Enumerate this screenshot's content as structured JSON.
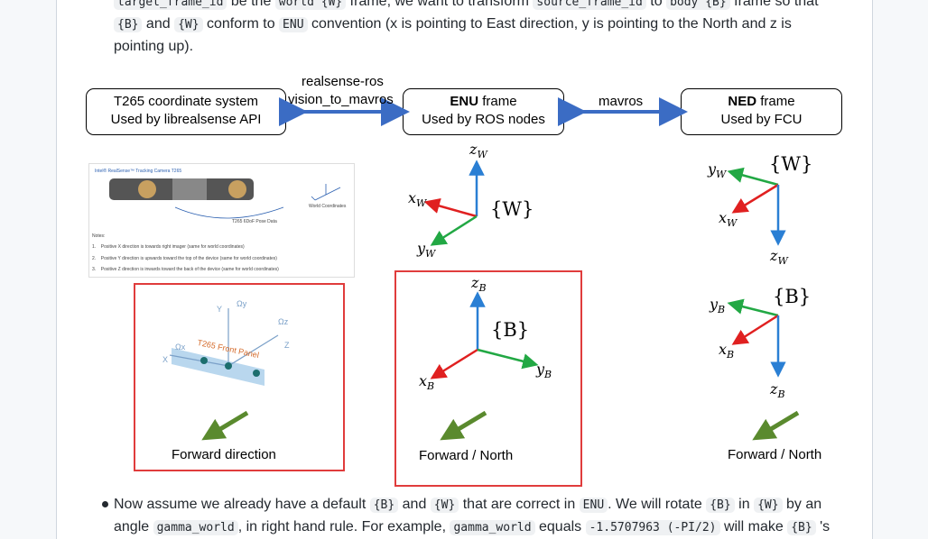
{
  "top_paragraph": {
    "line0_a": "target_frame_id",
    "line0_b": " be the ",
    "line0_c": "world {W}",
    "line0_d": " frame, we want to transform ",
    "line0_e": "source_frame_id",
    "line0_f": " to ",
    "line0_g": "body {B}",
    "line0_h": " frame so that",
    "line1_code1": "{B}",
    "line1_and": " and ",
    "line1_code2": "{W}",
    "line1_mid": " conform to ",
    "line1_code3": "ENU",
    "line1_end": " convention (x is pointing to East direction, y is pointing to the North and z is",
    "line2": "pointing up)."
  },
  "diagram": {
    "box_t265_line1": "T265 coordinate system",
    "box_t265_line2": "Used by librealsense API",
    "box_enu_bold": "ENU",
    "box_enu_rest": " frame",
    "box_enu_line2": "Used by ROS nodes",
    "box_ned_bold": "NED",
    "box_ned_rest": " frame",
    "box_ned_line2": "Used by FCU",
    "conn1_line1": "realsense-ros",
    "conn1_line2": "vision_to_mavros",
    "conn2": "mavros",
    "captions": {
      "left": "Forward direction",
      "middle": "Forward / North",
      "right": "Forward / North"
    },
    "enu_world": {
      "z": "z",
      "z_sub": "W",
      "x": "x",
      "x_sub": "W",
      "y": "y",
      "y_sub": "W",
      "frame": "{W}"
    },
    "enu_body": {
      "z": "z",
      "z_sub": "B",
      "x": "x",
      "x_sub": "B",
      "y": "y",
      "y_sub": "B",
      "frame": "{B}"
    },
    "ned_world": {
      "y": "y",
      "y_sub": "W",
      "x": "x",
      "x_sub": "W",
      "z": "z",
      "z_sub": "W",
      "frame": "{W}"
    },
    "ned_body": {
      "y": "y",
      "y_sub": "B",
      "x": "x",
      "x_sub": "B",
      "z": "z",
      "z_sub": "B",
      "frame": "{B}"
    },
    "t265_image": {
      "title": "Intel® RealSense™ Tracking Camera T265",
      "pose_label": "T265 6DoF Pose Data",
      "world_label": "World Coordinates",
      "notes_title": "Notes:",
      "note1": "Positive X direction is towards right imager (same for world coordinates)",
      "note2": "Positive Y direction is upwards toward the top of the device (same for world coordinates)",
      "note3": "Positive Z direction is inwards toward the back of the device (same for world coordinates)"
    },
    "t265_diagram": {
      "panel_label": "T265 Front Panel",
      "y": "Y",
      "x": "X",
      "z": "Z",
      "oy": "Ωy",
      "ox": "Ωx",
      "oz": "Ωz"
    }
  },
  "bottom_paragraph": {
    "a": "Now assume we already have a default ",
    "code1": "{B}",
    "b": " and ",
    "code2": "{W}",
    "c": " that are correct in ",
    "code3": "ENU",
    "d": ". We will rotate ",
    "code4": "{B}",
    "e": " in ",
    "code5": "{W}",
    "f": " by an",
    "g": "angle ",
    "code6": "gamma_world",
    "h": ", in right hand rule. For example, ",
    "code7": "gamma_world",
    "i": " equals ",
    "code8": "-1.5707963 (-PI/2)",
    "j": " will make ",
    "code9": "{B}",
    "k": " 's"
  },
  "colors": {
    "red": "#e02020",
    "green": "#22a844",
    "blue": "#2a7fd4",
    "forward_arrow": "#5a8a2e",
    "highlight": "#e03c3c"
  }
}
